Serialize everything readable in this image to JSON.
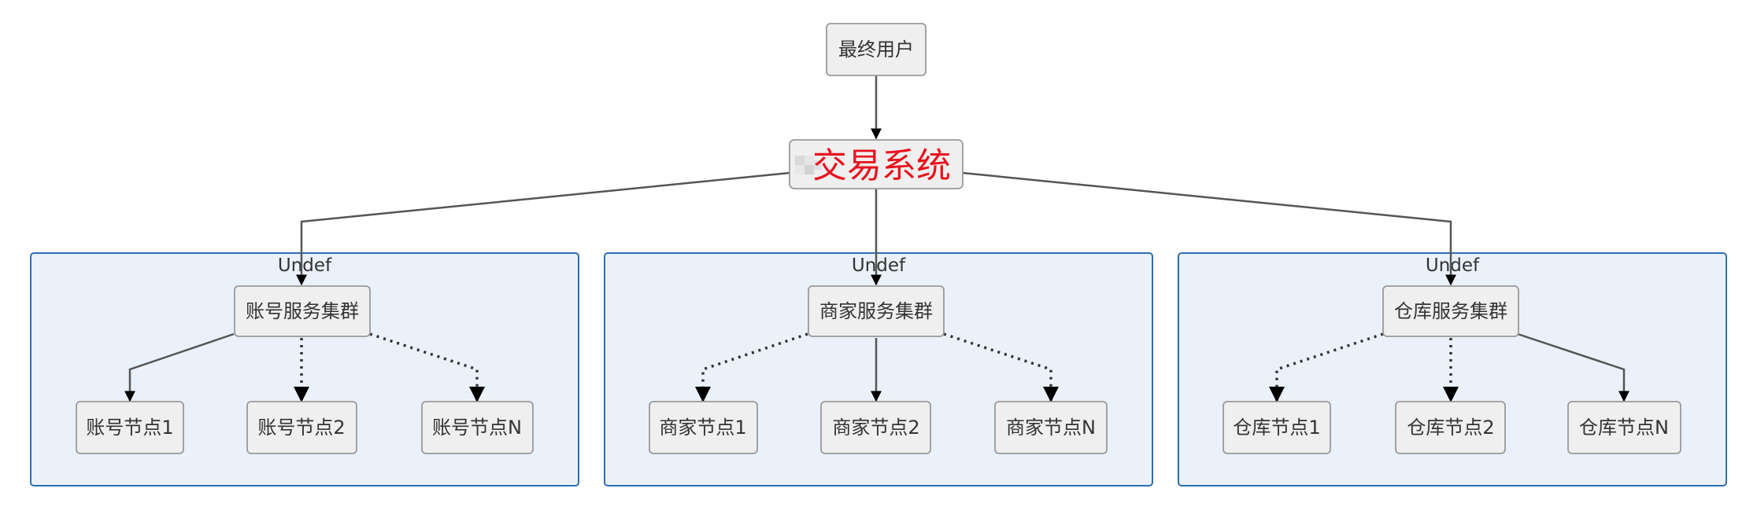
{
  "colors": {
    "cluster_fill": "#eaf1fa",
    "cluster_border": "#2f6db0",
    "node_fill": "#efefef",
    "node_border": "#9a9a9a",
    "main_text": "#e8121d"
  },
  "diagram": {
    "end_user": "最终用户",
    "trading_system": "交易系统",
    "clusters": [
      {
        "label": "Undef",
        "service": "账号服务集群",
        "nodes": [
          "账号节点1",
          "账号节点2",
          "账号节点N"
        ],
        "edge_styles": [
          "solid",
          "dotted",
          "dotted"
        ]
      },
      {
        "label": "Undef",
        "service": "商家服务集群",
        "nodes": [
          "商家节点1",
          "商家节点2",
          "商家节点N"
        ],
        "edge_styles": [
          "dotted",
          "solid",
          "dotted"
        ]
      },
      {
        "label": "Undef",
        "service": "仓库服务集群",
        "nodes": [
          "仓库节点1",
          "仓库节点2",
          "仓库节点N"
        ],
        "edge_styles": [
          "dotted",
          "dotted",
          "solid"
        ]
      }
    ]
  }
}
